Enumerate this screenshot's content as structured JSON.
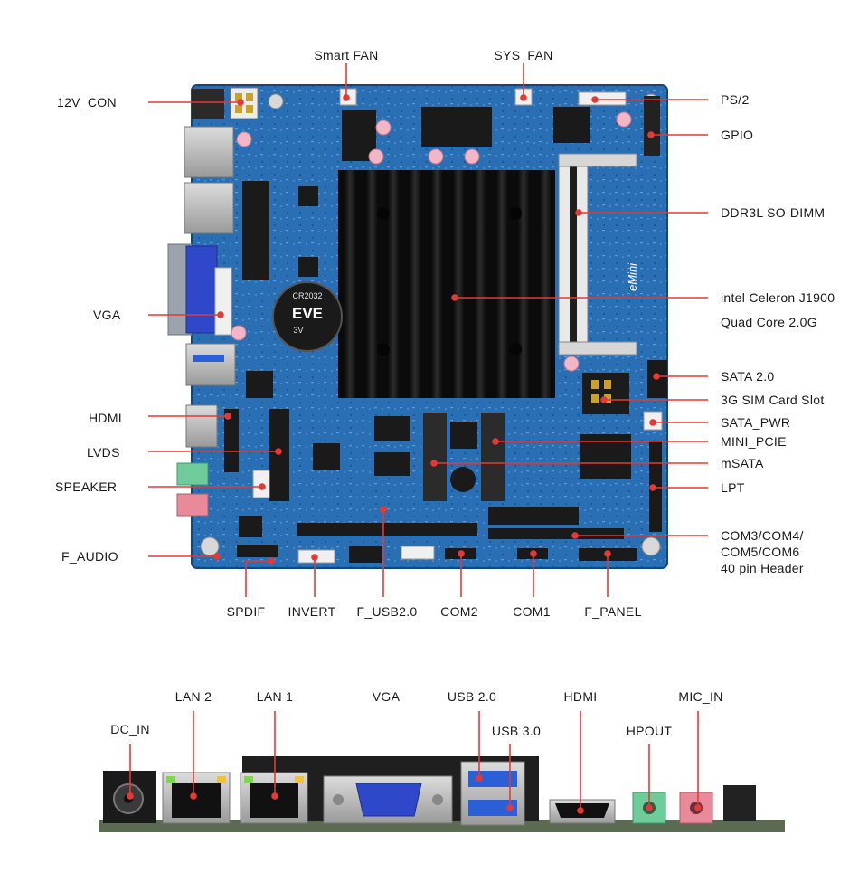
{
  "board_labels": {
    "smart_fan": "Smart FAN",
    "sys_fan": "SYS_FAN",
    "con_12v": "12V_CON",
    "ps2": "PS/2",
    "gpio": "GPIO",
    "ddr3l": "DDR3L SO-DIMM",
    "cpu_line1": "intel Celeron J1900",
    "cpu_line2": "Quad Core 2.0G",
    "vga": "VGA",
    "sata2": "SATA 2.0",
    "sim_slot": "3G SIM Card Slot",
    "sata_pwr": "SATA_PWR",
    "mini_pcie": "MINI_PCIE",
    "msata": "mSATA",
    "lpt": "LPT",
    "hdmi": "HDMI",
    "lvds": "LVDS",
    "speaker": "SPEAKER",
    "f_audio": "F_AUDIO",
    "com_line1": "COM3/COM4/",
    "com_line2": "COM5/COM6",
    "com_line3": "40 pin Header",
    "spdif": "SPDIF",
    "invert": "INVERT",
    "f_usb": "F_USB2.0",
    "com2": "COM2",
    "com1": "COM1",
    "f_panel": "F_PANEL"
  },
  "board_print": {
    "battery_brand": "EVE",
    "battery_model": "CR2032",
    "battery_volt": "3V",
    "board_logo": "eMini"
  },
  "io_labels": {
    "dc_in": "DC_IN",
    "lan2": "LAN 2",
    "lan1": "LAN 1",
    "vga": "VGA",
    "usb20": "USB 2.0",
    "usb30": "USB 3.0",
    "hdmi": "HDMI",
    "hpout": "HPOUT",
    "mic_in": "MIC_IN"
  },
  "colors": {
    "pcb": "#2a6fb3",
    "pcb_dark": "#1b4f8a",
    "heatsink": "#141414",
    "pointer": "#e53935",
    "io_plate": "#1f1f1f",
    "vga_blue": "#2f48c9",
    "usb3_blue": "#2b5fd6",
    "jack_green": "#6ecb9a",
    "jack_pink": "#e88a9a"
  }
}
